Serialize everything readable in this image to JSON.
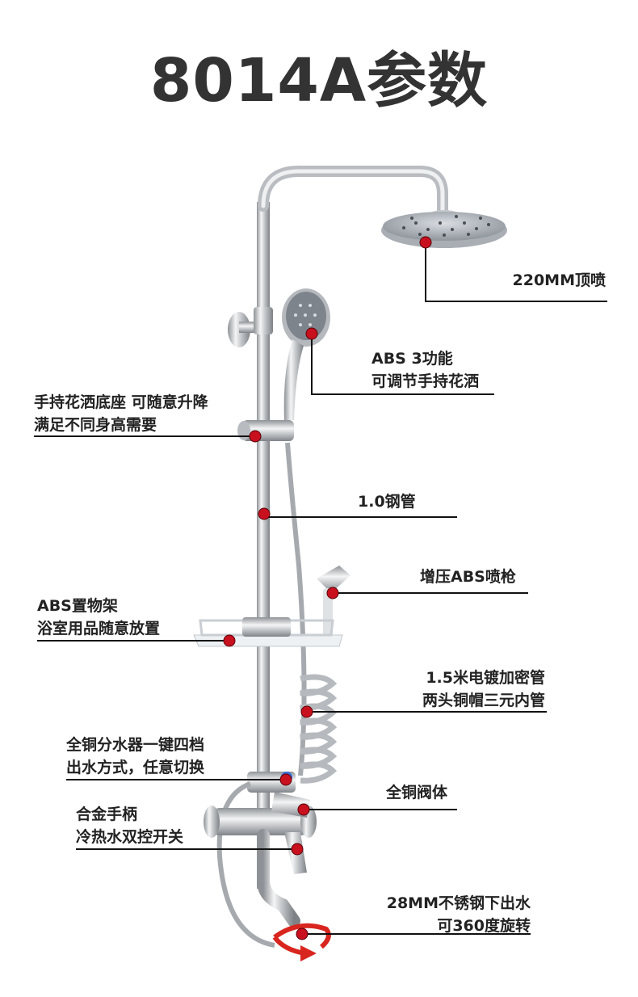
{
  "title": "8014A参数",
  "colors": {
    "marker": "#c8101e",
    "leader": "#111111",
    "text": "#222222",
    "chrome": "#c9ccd0"
  },
  "callouts": {
    "top_spray": {
      "lines": [
        "220MM顶喷"
      ]
    },
    "hand_shower": {
      "lines": [
        "ABS 3功能",
        "可调节手持花洒"
      ]
    },
    "holder": {
      "lines": [
        "手持花洒底座 可随意升降",
        "满足不同身高需要"
      ]
    },
    "steel_pipe": {
      "lines": [
        "1.0钢管"
      ]
    },
    "spray_gun": {
      "lines": [
        "增压ABS喷枪"
      ]
    },
    "shelf": {
      "lines": [
        "ABS置物架",
        "浴室用品随意放置"
      ]
    },
    "hose": {
      "lines": [
        "1.5米电镀加密管",
        "两头铜帽三元内管"
      ]
    },
    "diverter": {
      "lines": [
        "全铜分水器一键四档",
        "出水方式，任意切换"
      ]
    },
    "valve_body": {
      "lines": [
        "全铜阀体"
      ]
    },
    "handle": {
      "lines": [
        "合金手柄",
        "冷热水双控开关"
      ]
    },
    "spout": {
      "lines": [
        "28MM不锈钢下出水",
        "可360度旋转"
      ]
    }
  }
}
